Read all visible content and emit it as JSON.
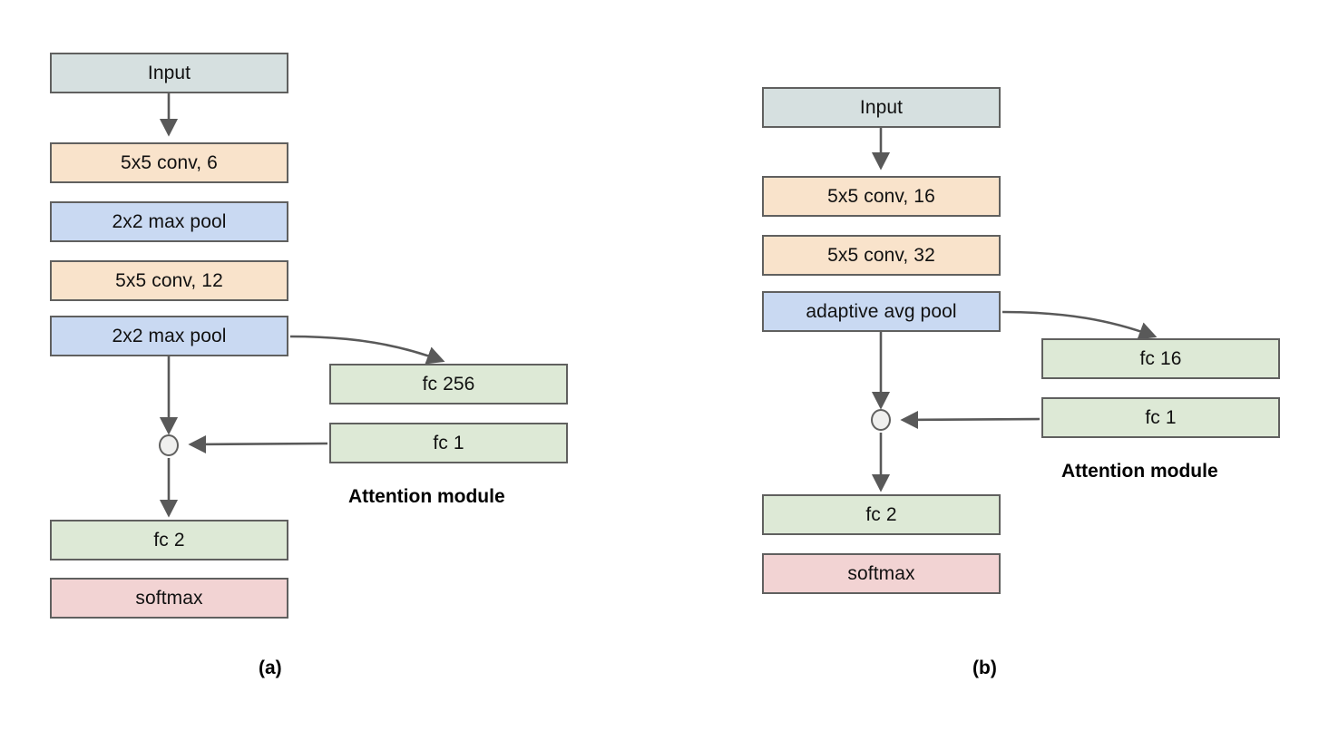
{
  "figure": {
    "type": "neural-network-architecture-diagram",
    "panels": [
      {
        "id": "a",
        "caption": "(a)",
        "attention_label": "Attention module",
        "main_path": [
          {
            "label": "Input",
            "kind": "input"
          },
          {
            "label": "5x5 conv, 6",
            "kind": "conv"
          },
          {
            "label": "2x2 max pool",
            "kind": "pool"
          },
          {
            "label": "5x5 conv, 12",
            "kind": "conv"
          },
          {
            "label": "2x2 max pool",
            "kind": "pool"
          },
          {
            "label": "fc 2",
            "kind": "fc"
          },
          {
            "label": "softmax",
            "kind": "softmax"
          }
        ],
        "attention_path": [
          {
            "label": "fc 256",
            "kind": "fc"
          },
          {
            "label": "fc 1",
            "kind": "fc"
          }
        ],
        "merge_node": "multiply-node"
      },
      {
        "id": "b",
        "caption": "(b)",
        "attention_label": "Attention module",
        "main_path": [
          {
            "label": "Input",
            "kind": "input"
          },
          {
            "label": "5x5 conv, 16",
            "kind": "conv"
          },
          {
            "label": "5x5 conv, 32",
            "kind": "conv"
          },
          {
            "label": "adaptive avg pool",
            "kind": "pool"
          },
          {
            "label": "fc 2",
            "kind": "fc"
          },
          {
            "label": "softmax",
            "kind": "softmax"
          }
        ],
        "attention_path": [
          {
            "label": "fc 16",
            "kind": "fc"
          },
          {
            "label": "fc 1",
            "kind": "fc"
          }
        ],
        "merge_node": "multiply-node"
      }
    ],
    "colors": {
      "input": "#d6e0e0",
      "conv": "#f9e3cb",
      "pool": "#c9d9f2",
      "fc": "#dde9d6",
      "softmax": "#f2d3d3",
      "stroke": "#60605f",
      "arrow": "#595959",
      "text": "#111111",
      "background": "#ffffff"
    }
  }
}
